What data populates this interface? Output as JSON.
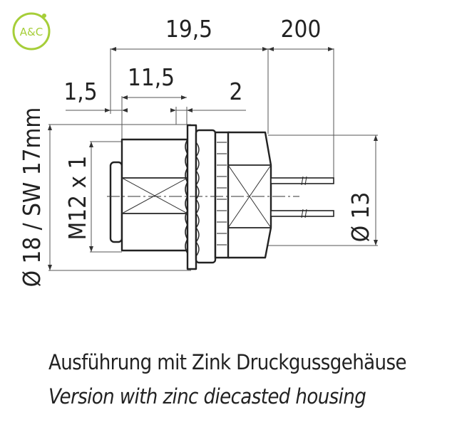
{
  "logo": {
    "text": "A&C",
    "color": "#a6ce39"
  },
  "dimensions": {
    "overall_length": "19,5",
    "cable_length": "200",
    "thread_offset": "1,5",
    "thread_length": "11,5",
    "flange_thickness": "2",
    "thread": "M12 x 1",
    "body_diameter": "Ø 18 / SW 17mm",
    "rear_diameter": "Ø 13"
  },
  "caption": {
    "german": "Ausführung mit Zink Druckgussgehäuse",
    "english": "Version with zinc diecasted housing"
  },
  "colors": {
    "line": "#222222",
    "dimension_line": "#555555",
    "logo": "#a6ce39"
  }
}
